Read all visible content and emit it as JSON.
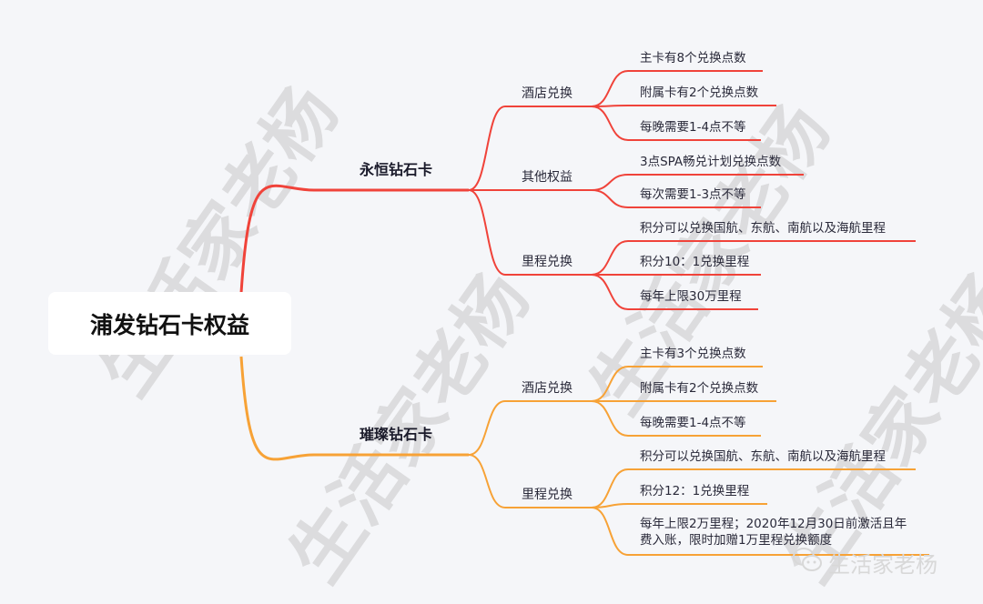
{
  "root": "浦发钻石卡权益",
  "colors": {
    "red": "#f0433a",
    "orange": "#f7a236"
  },
  "watermark": "生活家老杨",
  "brand": {
    "icon": "wechat-icon",
    "text": "生活家老杨"
  },
  "branches": [
    {
      "label": "永恒钻石卡",
      "children": [
        {
          "label": "酒店兑换",
          "leaves": [
            "主卡有8个兑换点数",
            "附属卡有2个兑换点数",
            "每晚需要1-4点不等"
          ]
        },
        {
          "label": "其他权益",
          "leaves": [
            "3点SPA畅兑计划兑换点数",
            "每次需要1-3点不等"
          ]
        },
        {
          "label": "里程兑换",
          "leaves": [
            "积分可以兑换国航、东航、南航以及海航里程",
            "积分10：1兑换里程",
            "每年上限30万里程"
          ]
        }
      ]
    },
    {
      "label": "璀璨钻石卡",
      "children": [
        {
          "label": "酒店兑换",
          "leaves": [
            "主卡有3个兑换点数",
            "附属卡有2个兑换点数",
            "每晚需要1-4点不等"
          ]
        },
        {
          "label": "里程兑换",
          "leaves": [
            "积分可以兑换国航、东航、南航以及海航里程",
            "积分12：1兑换里程",
            "每年上限2万里程；2020年12月30日前激活且年",
            "费入账，限时加赠1万里程兑换额度"
          ]
        }
      ]
    }
  ]
}
